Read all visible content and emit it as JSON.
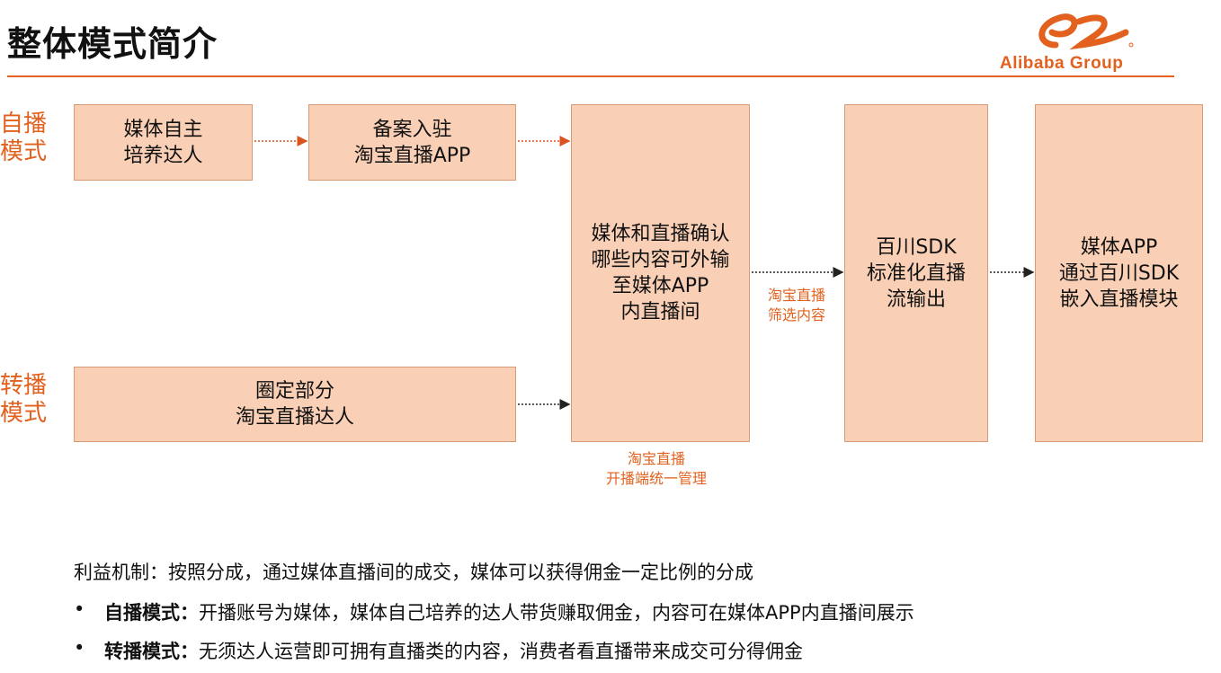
{
  "header": {
    "title": "整体模式简介",
    "logo_text": "Alibaba Group",
    "accent_color": "#e2611e"
  },
  "diagram": {
    "mode_self": [
      "自播",
      "模式"
    ],
    "mode_relay": [
      "转播",
      "模式"
    ],
    "box_media_train": [
      "媒体自主",
      "培养达人"
    ],
    "box_register": [
      "备案入驻",
      "淘宝直播APP"
    ],
    "box_confirm": [
      "媒体和直播确认",
      "哪些内容可外输",
      "至媒体APP",
      "内直播间"
    ],
    "box_circle": [
      "圈定部分",
      "淘宝直播达人"
    ],
    "box_sdk_stream": [
      "百川SDK",
      "标准化直播",
      "流输出"
    ],
    "box_media_app": [
      "媒体APP",
      "通过百川SDK",
      "嵌入直播模块"
    ],
    "note_filter": [
      "淘宝直播",
      "筛选内容"
    ],
    "note_manage": [
      "淘宝直播",
      "开播端统一管理"
    ]
  },
  "footer": {
    "benefit": "利益机制：按照分成，通过媒体直播间的成交，媒体可以获得佣金一定比例的分成",
    "bullet_symbol": "•",
    "bullet1_label": "自播模式：",
    "bullet1_text": "开播账号为媒体，媒体自己培养的达人带货赚取佣金，内容可在媒体APP内直播间展示",
    "bullet2_label": "转播模式：",
    "bullet2_text": "无须达人运营即可拥有直播类的内容，消费者看直播带来成交可分得佣金"
  }
}
